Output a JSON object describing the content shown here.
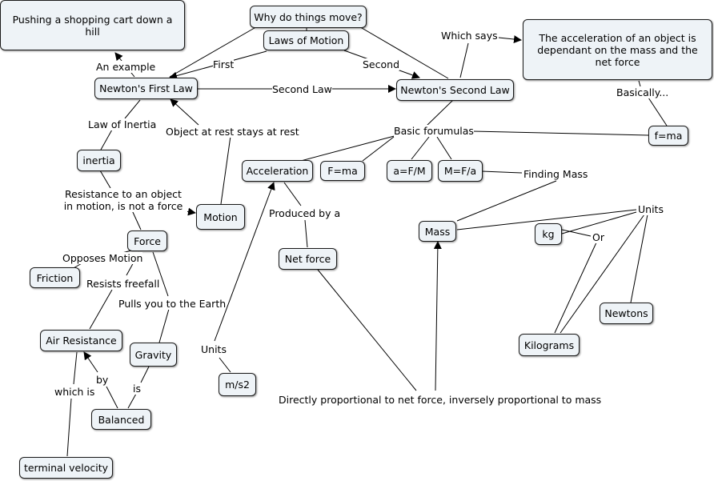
{
  "colors": {
    "node_fill": "#eef3f7",
    "node_border": "#1a1a1a",
    "line": "#000000",
    "background": "#ffffff"
  },
  "nodes": {
    "why": "Why do things move?",
    "laws": "Laws of Motion",
    "cart": "Pushing a shopping cart down a hill",
    "accel_def": "The acceleration of an object is dependant on the mass and the net force",
    "first_law": "Newton's First Law",
    "second_law": "Newton's Second Law",
    "fma_right": "f=ma",
    "inertia": "inertia",
    "acceleration": "Acceleration",
    "fma": "F=ma",
    "afm": "a=F/M",
    "mfa": "M=F/a",
    "motion": "Motion",
    "force": "Force",
    "mass": "Mass",
    "kg": "kg",
    "net_force": "Net force",
    "friction": "Friction",
    "newtons": "Newtons",
    "air_resistance": "Air Resistance",
    "gravity": "Gravity",
    "kilograms": "Kilograms",
    "ms2": "m/s2",
    "balanced": "Balanced",
    "terminal_velocity": "terminal velocity"
  },
  "links": {
    "first": "First",
    "second": "Second",
    "an_example": "An example",
    "which_says": "Which says",
    "second_law_link": "Second Law",
    "basically": "Basically...",
    "law_of_inertia": "Law of Inertia",
    "object_at_rest": "Object at rest stays at rest",
    "basic_formulas": "Basic forumulas",
    "resistance": "Resistance to an object in motion, is not a force",
    "finding_mass": "Finding Mass",
    "produced_by": "Produced by a",
    "units_mass": "Units",
    "opposes_motion": "Opposes Motion",
    "or": "Or",
    "resists_freefall": "Resists freefall",
    "pulls_earth": "Pulls you to the Earth",
    "units_accel": "Units",
    "by": "by",
    "is": "is",
    "which_is": "which is",
    "directly_proportional": "Directly proportional to net force, inversely proportional to mass"
  }
}
